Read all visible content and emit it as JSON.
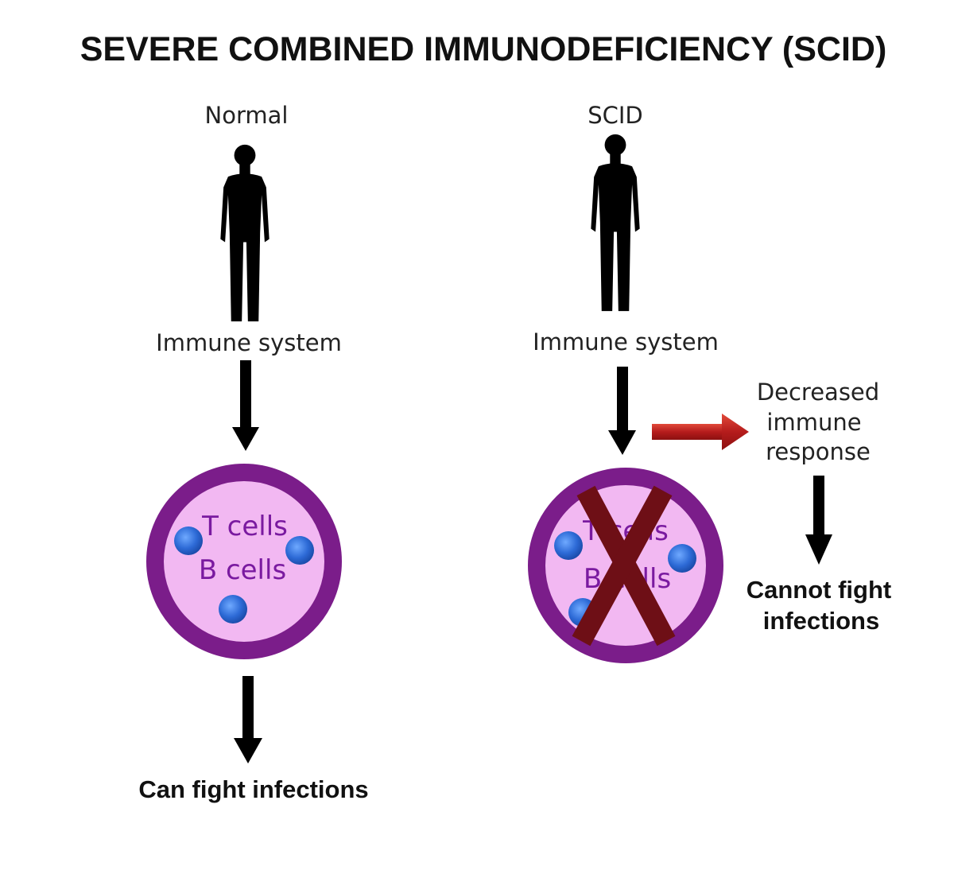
{
  "title": "SEVERE COMBINED IMMUNODEFICIENCY (SCID)",
  "colors": {
    "background": "#ffffff",
    "text": "#111111",
    "arrow": "#000000",
    "silhouette": "#000000",
    "ring": "#7b1d8a",
    "ring_fill": "#f2b8f2",
    "cell_label": "#7a1aa0",
    "cell": "#2f6fd8",
    "cross": "#6e0f16",
    "side_arrow": "#b51c1c"
  },
  "normal": {
    "heading": "Normal",
    "system_label": "Immune system",
    "t_cells": "T cells",
    "b_cells": "B cells",
    "outcome": "Can fight infections"
  },
  "scid": {
    "heading": "SCID",
    "system_label": "Immune system",
    "t_cells": "T cells",
    "b_cells": "B cells",
    "side_note": [
      "Decreased",
      "immune",
      "response"
    ],
    "outcome": [
      "Cannot fight",
      "infections"
    ]
  }
}
